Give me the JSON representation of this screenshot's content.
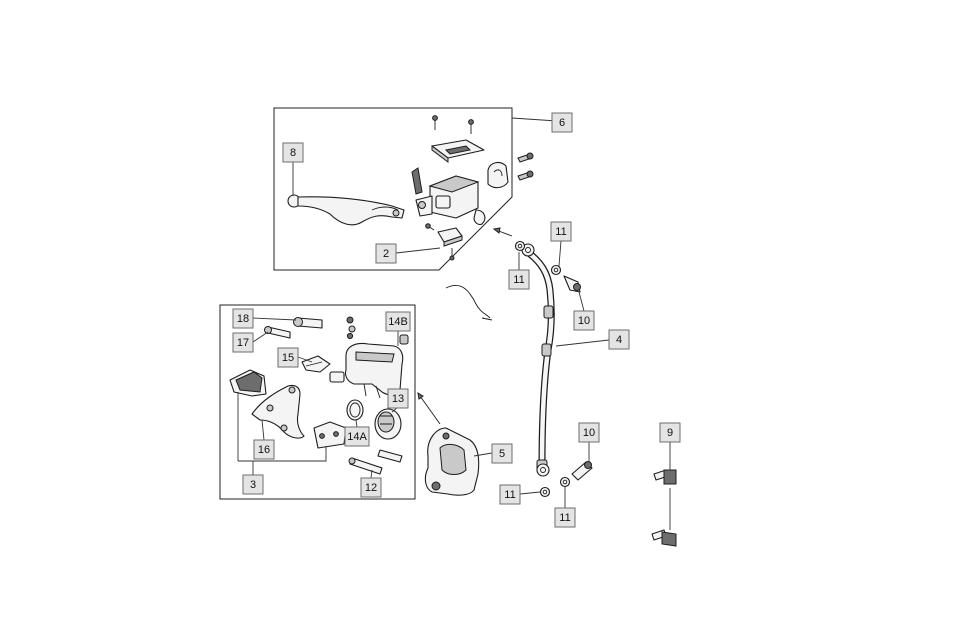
{
  "callouts": {
    "c2": "2",
    "c3": "3",
    "c4": "4",
    "c5": "5",
    "c6": "6",
    "c8": "8",
    "c9": "9",
    "c10a": "10",
    "c10b": "10",
    "c11a": "11",
    "c11b": "11",
    "c11c": "11",
    "c11d": "11",
    "c12": "12",
    "c13": "13",
    "c14a": "14A",
    "c14b": "14B",
    "c15": "15",
    "c16": "16",
    "c17": "17",
    "c18": "18"
  }
}
